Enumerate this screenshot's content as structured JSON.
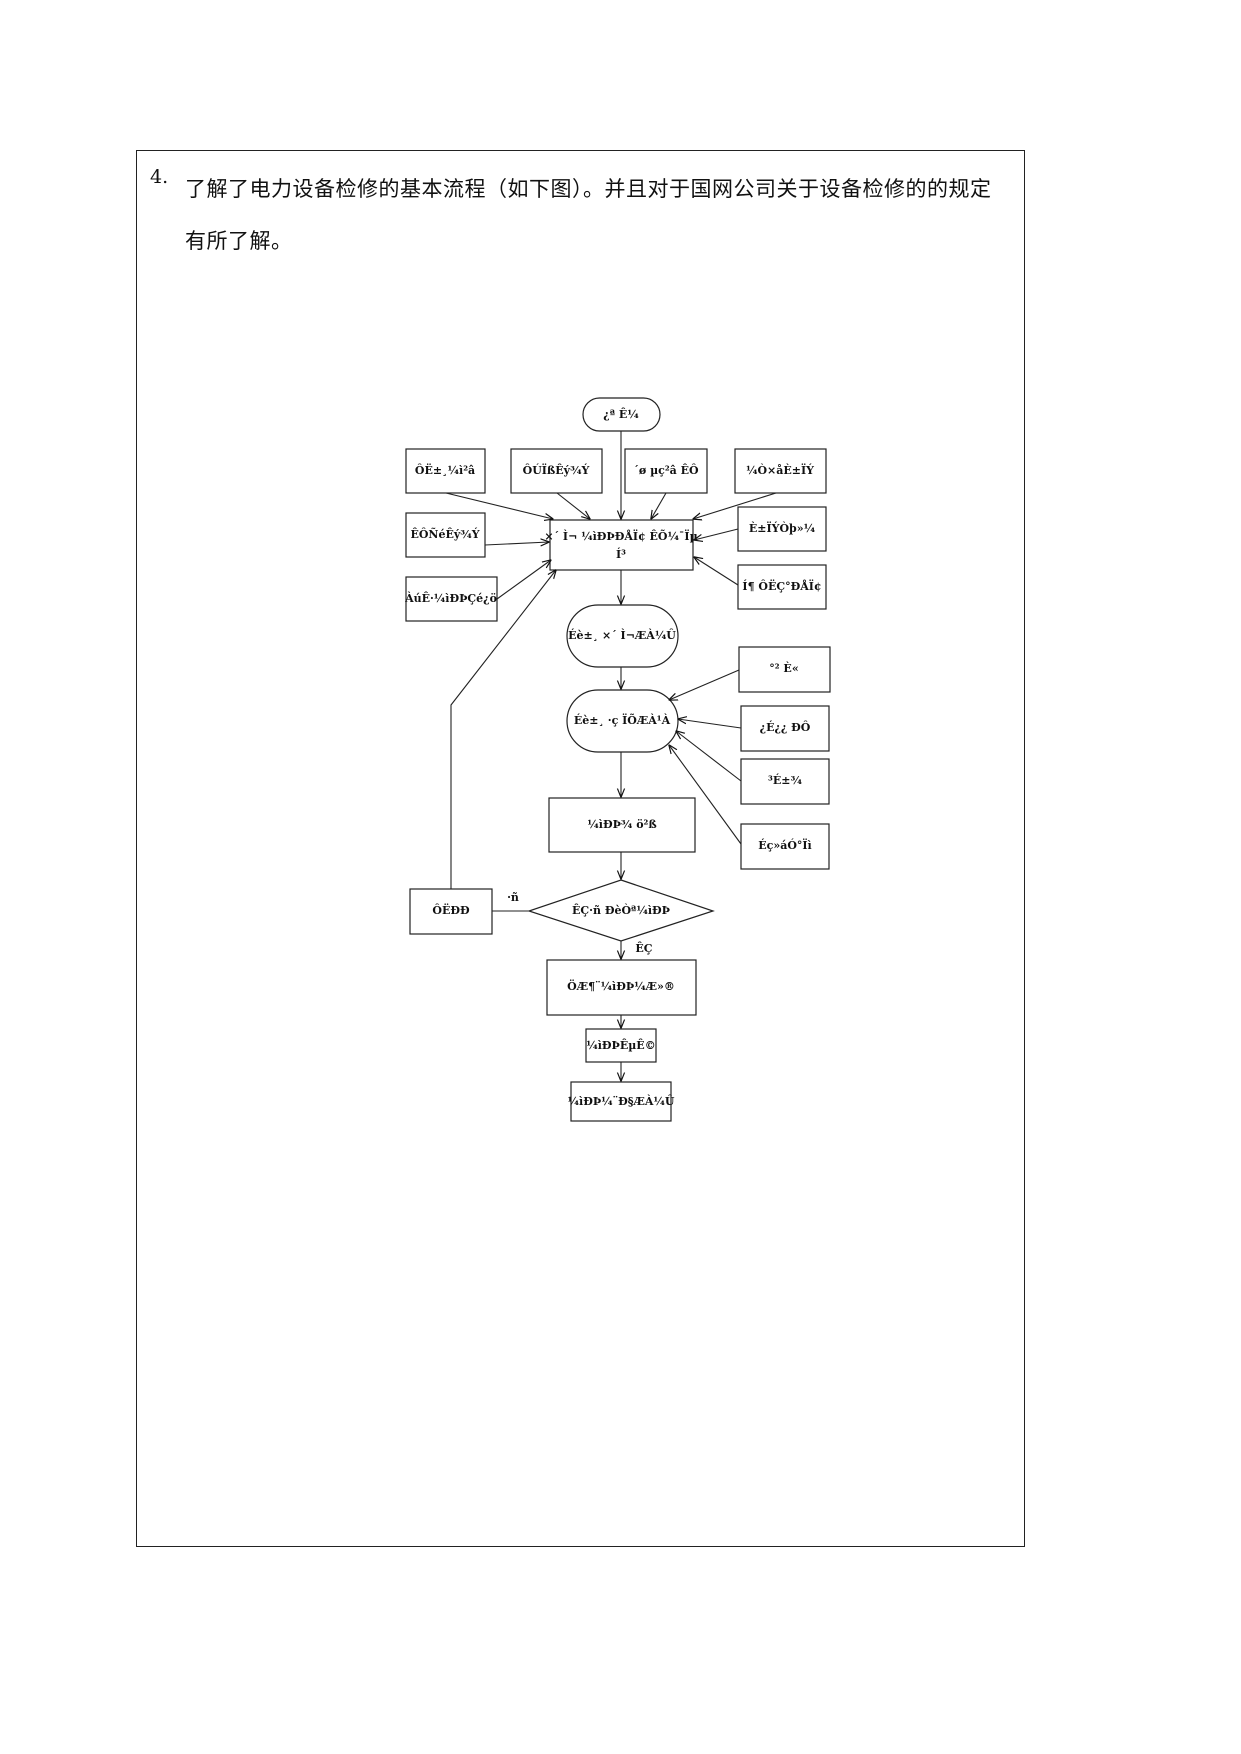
{
  "paragraph": {
    "number": "4.",
    "line1": "了解了电力设备检修的基本流程（如下图）。并且对于国网公司关于设备检修的的规定",
    "line2": "有所了解。"
  },
  "flowchart": {
    "start": "¿ª Ê¼",
    "inputs_top": [
      "ÔË±¸¼ì²â",
      "ÔÚÏßÊý¾Ý",
      "´ø µç²â ÊÔ",
      "¼Ò×åÈ±ÏÝ"
    ],
    "inputs_left": [
      "ÊÔÑéÊý¾Ý",
      "ÀúÊ·¼ìÐÞÇé¿ö"
    ],
    "inputs_right": [
      "È±ÏÝÒþ»¼",
      "Í¶ ÔËÇ°ÐÅÏ¢"
    ],
    "collect": [
      "×´ Ì¬ ¼ìÐÞÐÅÏ¢ ÊÕ¼¯Ïµ",
      "Í³"
    ],
    "evaluate": "Éè±¸ ×´ Ì¬ÆÀ¼Û",
    "risk": "Éè±¸ ·ç ÏÕÆÀ¹À",
    "risk_factors": [
      "°² È«",
      "¿É¿¿ ÐÔ",
      "³É±¾",
      "Éç»áÓ°Ïì"
    ],
    "decision": "¼ìÐÞ¾ ö²ß",
    "condition": "ÊÇ·ñ ÐèÒª¼ìÐÞ",
    "no_label": "·ñ",
    "yes_label": "ÊÇ",
    "run": "ÔËÐÐ",
    "plan": "ÖÆ¶¨¼ìÐÞ¼Æ»®",
    "implement": "¼ìÐÞÊµÊ©",
    "assess": "¼ìÐÞ¼¨Ð§ÆÀ¼Û"
  }
}
